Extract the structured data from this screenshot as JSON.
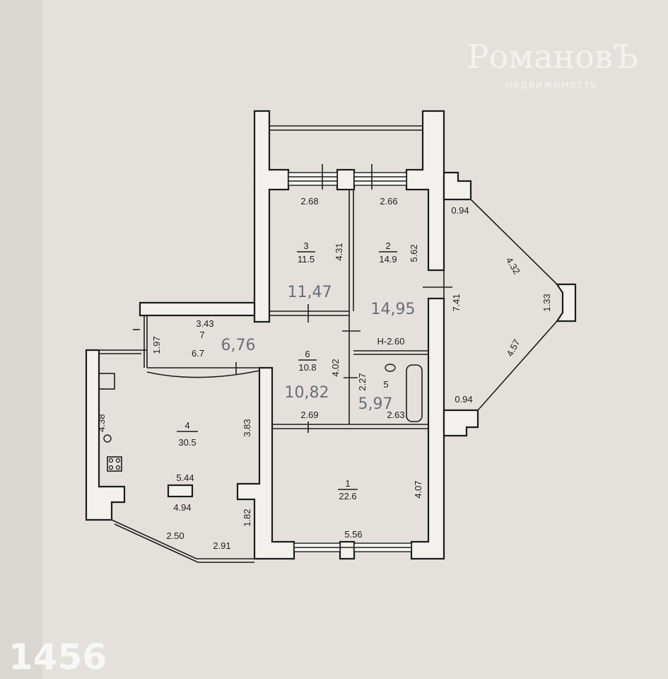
{
  "watermark": {
    "brand": "РомановЪ",
    "subtitle": "недвижимость"
  },
  "listing_id": "1456",
  "rooms": [
    {
      "id": "1",
      "area": "22.6",
      "handwritten": ""
    },
    {
      "id": "2",
      "area": "14.9",
      "handwritten": "14,95"
    },
    {
      "id": "3",
      "area": "11.5",
      "handwritten": "11,47"
    },
    {
      "id": "4",
      "area": "30.5",
      "handwritten": ""
    },
    {
      "id": "5",
      "area": "",
      "handwritten": "5,97"
    },
    {
      "id": "6",
      "area": "10.8",
      "handwritten": "10,82"
    },
    {
      "id": "7",
      "area": "6.7",
      "handwritten": "6,76"
    }
  ],
  "dimensions": {
    "room3_width": "2.68",
    "room2_width": "2.66",
    "room3_height": "4.31",
    "room2_height": "5.62",
    "room7_width": "3.43",
    "room7_height": "1.97",
    "room6_height": "4.02",
    "room6_width": "2.69",
    "ceiling_height": "H-2.60",
    "bath_height": "2.27",
    "bath_width": "2.63",
    "room2_side": "7.41",
    "room4_left": "4.38",
    "room4_right": "3.83",
    "room4_island_w": "5.44",
    "room4_island_w2": "4.94",
    "room4_pillar": "1.82",
    "bay_left": "2.50",
    "bay_right": "2.91",
    "room1_width": "5.56",
    "room1_height": "4.07",
    "balcony_top": "0.94",
    "balcony_upper": "4.32",
    "balcony_end": "1.33",
    "balcony_lower": "4.57",
    "balcony_bottom": "0.94"
  }
}
